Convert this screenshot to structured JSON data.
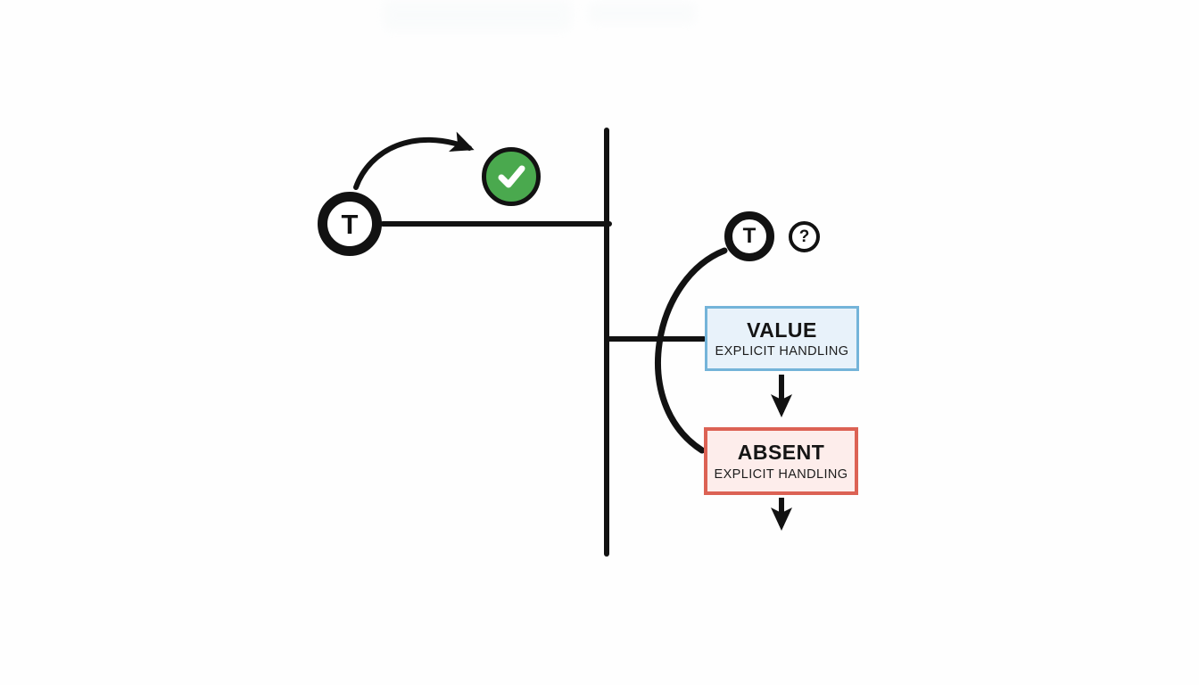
{
  "diagram": {
    "description": "Type value-vs-absence handling diagram",
    "left_node": {
      "symbol": "T"
    },
    "success_icon": "checkmark-icon",
    "right_node": {
      "symbol": "T"
    },
    "optional_badge": {
      "symbol": "?"
    },
    "boxes": [
      {
        "id": "value",
        "title": "VALUE",
        "subtitle": "EXPLICIT HANDLING"
      },
      {
        "id": "absent",
        "title": "ABSENT",
        "subtitle": "EXPLICIT HANDLING"
      }
    ],
    "colors": {
      "stroke": "#121212",
      "success_green": "#4aa94e",
      "value_border": "#74b4d9",
      "value_fill": "#e8f2fa",
      "absent_border": "#dc6254",
      "absent_fill": "#fdedeb"
    }
  }
}
